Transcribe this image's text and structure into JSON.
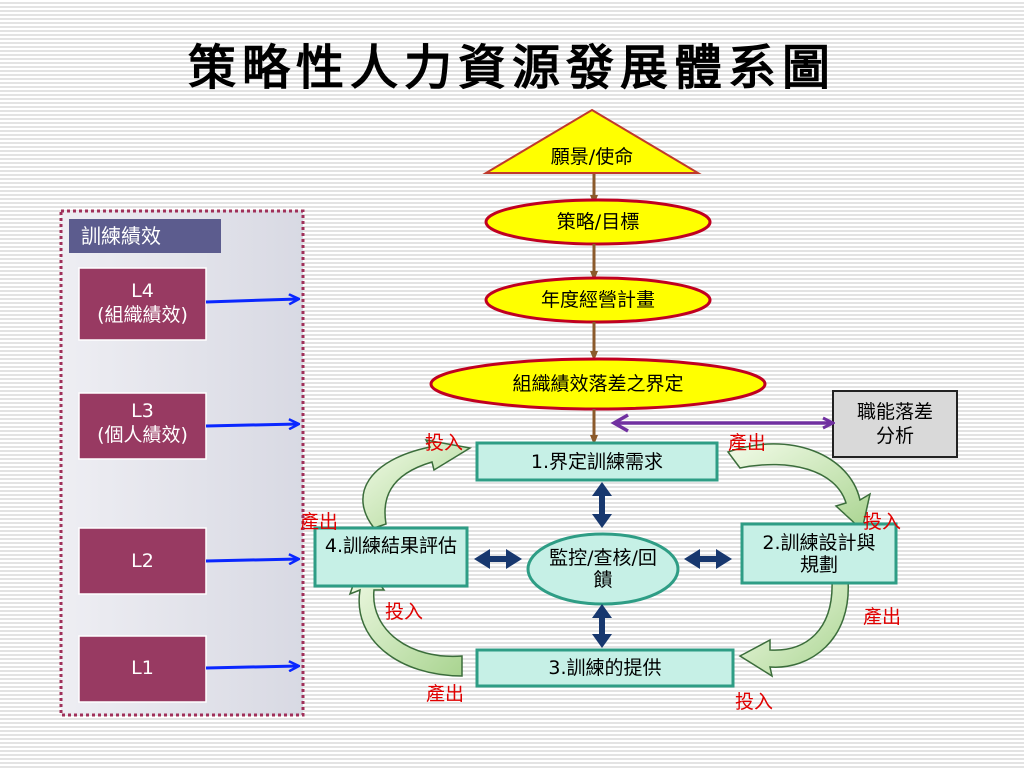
{
  "title": "策略性人力資源發展體系圖",
  "panel": {
    "title": "訓練績效",
    "levels": [
      {
        "level": "L4",
        "desc": "(組織績效)"
      },
      {
        "level": "L3",
        "desc": "(個人績效)"
      },
      {
        "level": "L2",
        "desc": ""
      },
      {
        "level": "L1",
        "desc": ""
      }
    ]
  },
  "flow": {
    "vision": "願景/使命",
    "strategy": "策略/目標",
    "annual_plan": "年度經營計畫",
    "gap": "組織績效落差之界定",
    "competency_gap": "職能落差分析"
  },
  "cycle": {
    "step1": "1.界定訓練需求",
    "step2": "2.訓練設計與規劃",
    "step3": "3.訓練的提供",
    "step4": "4.訓練結果評估",
    "center": "監控/查核/回饋"
  },
  "io_labels": {
    "input": "投入",
    "output": "產出"
  },
  "colors": {
    "panel_border": "#a0305a",
    "level_box": "#983a62",
    "yellow": "#ffff00",
    "green_box": "#c6f0e6",
    "green_border": "#2e9d85",
    "blue_arrow": "#0a27ff",
    "dark_blue": "#17376e",
    "purple_arrow": "#7030a0",
    "brown": "#8b5a2b",
    "red_text": "#e00000"
  }
}
